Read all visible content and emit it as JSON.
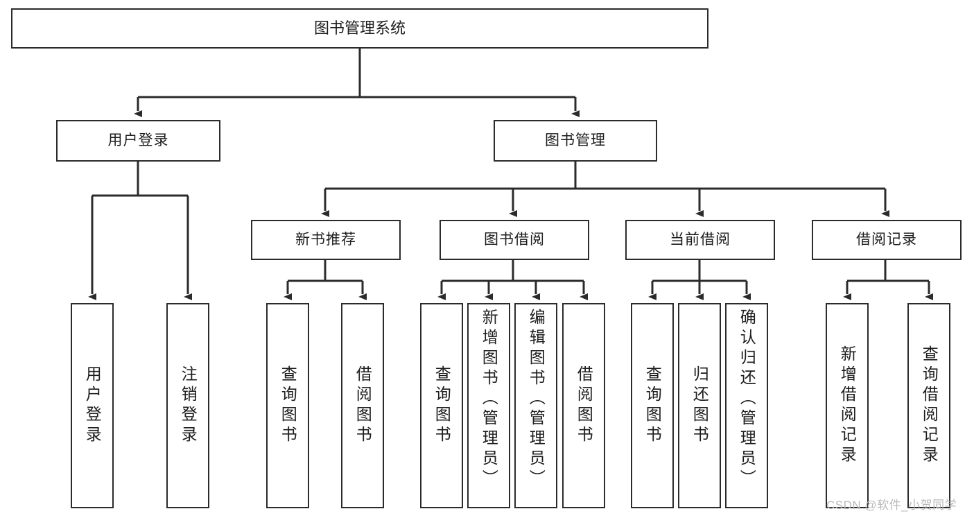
{
  "diagram": {
    "type": "tree",
    "title": "图书管理系统",
    "orientation": "top-down",
    "colors": {
      "box_border": "#2b2b2b",
      "box_fill": "#ffffff",
      "connector": "#2b2b2b",
      "text": "#1d1d1d",
      "watermark": "#b9b9b9"
    },
    "root": {
      "label": "图书管理系统"
    },
    "level2": [
      {
        "id": "user-login",
        "label": "用户登录"
      },
      {
        "id": "book-manage",
        "label": "图书管理"
      }
    ],
    "level3": [
      {
        "id": "new-book-recommend",
        "label": "新书推荐"
      },
      {
        "id": "book-borrow",
        "label": "图书借阅"
      },
      {
        "id": "current-borrow",
        "label": "当前借阅"
      },
      {
        "id": "borrow-record",
        "label": "借阅记录"
      }
    ],
    "leaves": [
      {
        "id": "leaf-user-login",
        "parent": "user-login",
        "label": "用户登录",
        "align": "center"
      },
      {
        "id": "leaf-logout",
        "parent": "user-login",
        "label": "注销登录",
        "align": "center"
      },
      {
        "id": "leaf-query-book-1",
        "parent": "new-book-recommend",
        "label": "查询图书",
        "align": "center"
      },
      {
        "id": "leaf-borrow-book-1",
        "parent": "new-book-recommend",
        "label": "借阅图书",
        "align": "center"
      },
      {
        "id": "leaf-query-book-2",
        "parent": "book-borrow",
        "label": "查询图书",
        "align": "center"
      },
      {
        "id": "leaf-add-book",
        "parent": "book-borrow",
        "label": "新增图书（管理员）",
        "align": "top"
      },
      {
        "id": "leaf-edit-book",
        "parent": "book-borrow",
        "label": "编辑图书（管理员）",
        "align": "top"
      },
      {
        "id": "leaf-borrow-book-2",
        "parent": "book-borrow",
        "label": "借阅图书",
        "align": "center"
      },
      {
        "id": "leaf-query-book-3",
        "parent": "current-borrow",
        "label": "查询图书",
        "align": "center"
      },
      {
        "id": "leaf-return-book",
        "parent": "current-borrow",
        "label": "归还图书",
        "align": "center"
      },
      {
        "id": "leaf-confirm-return",
        "parent": "current-borrow",
        "label": "确认归还（管理员）",
        "align": "top"
      },
      {
        "id": "leaf-add-record",
        "parent": "borrow-record",
        "label": "新增借阅记录",
        "align": "center"
      },
      {
        "id": "leaf-query-record",
        "parent": "borrow-record",
        "label": "查询借阅记录",
        "align": "center"
      }
    ]
  },
  "watermark": {
    "text": "CSDN @软件_小贺同学"
  }
}
